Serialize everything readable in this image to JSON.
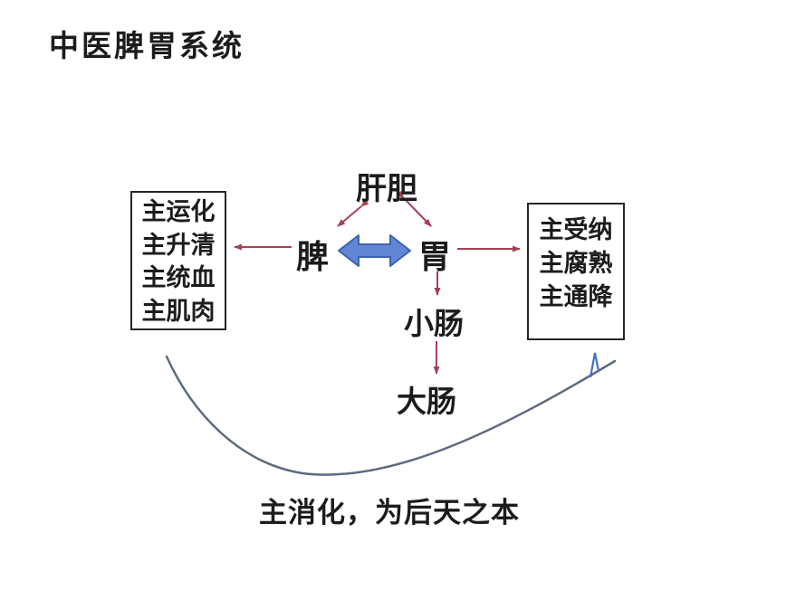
{
  "title": "中医脾胃系统",
  "diagram": {
    "nodes": {
      "liver_gallbladder": "肝胆",
      "spleen": "脾",
      "stomach": "胃",
      "small_intestine": "小肠",
      "large_intestine": "大肠"
    },
    "spleen_functions": [
      "主运化",
      "主升清",
      "主统血",
      "主肌肉"
    ],
    "stomach_functions": [
      "主受纳",
      "主腐熟",
      "主通降"
    ],
    "caption": "主消化，为后天之本"
  },
  "colors": {
    "background": "#ffffff",
    "text": "#1c1c1c",
    "box_border": "#262626",
    "red_arrow": "#a84055",
    "blue_arrow_fill": "#6286d6",
    "blue_arrow_border": "#3e63ae",
    "curve": "#5d6b7e",
    "tick": "#4472c4"
  }
}
